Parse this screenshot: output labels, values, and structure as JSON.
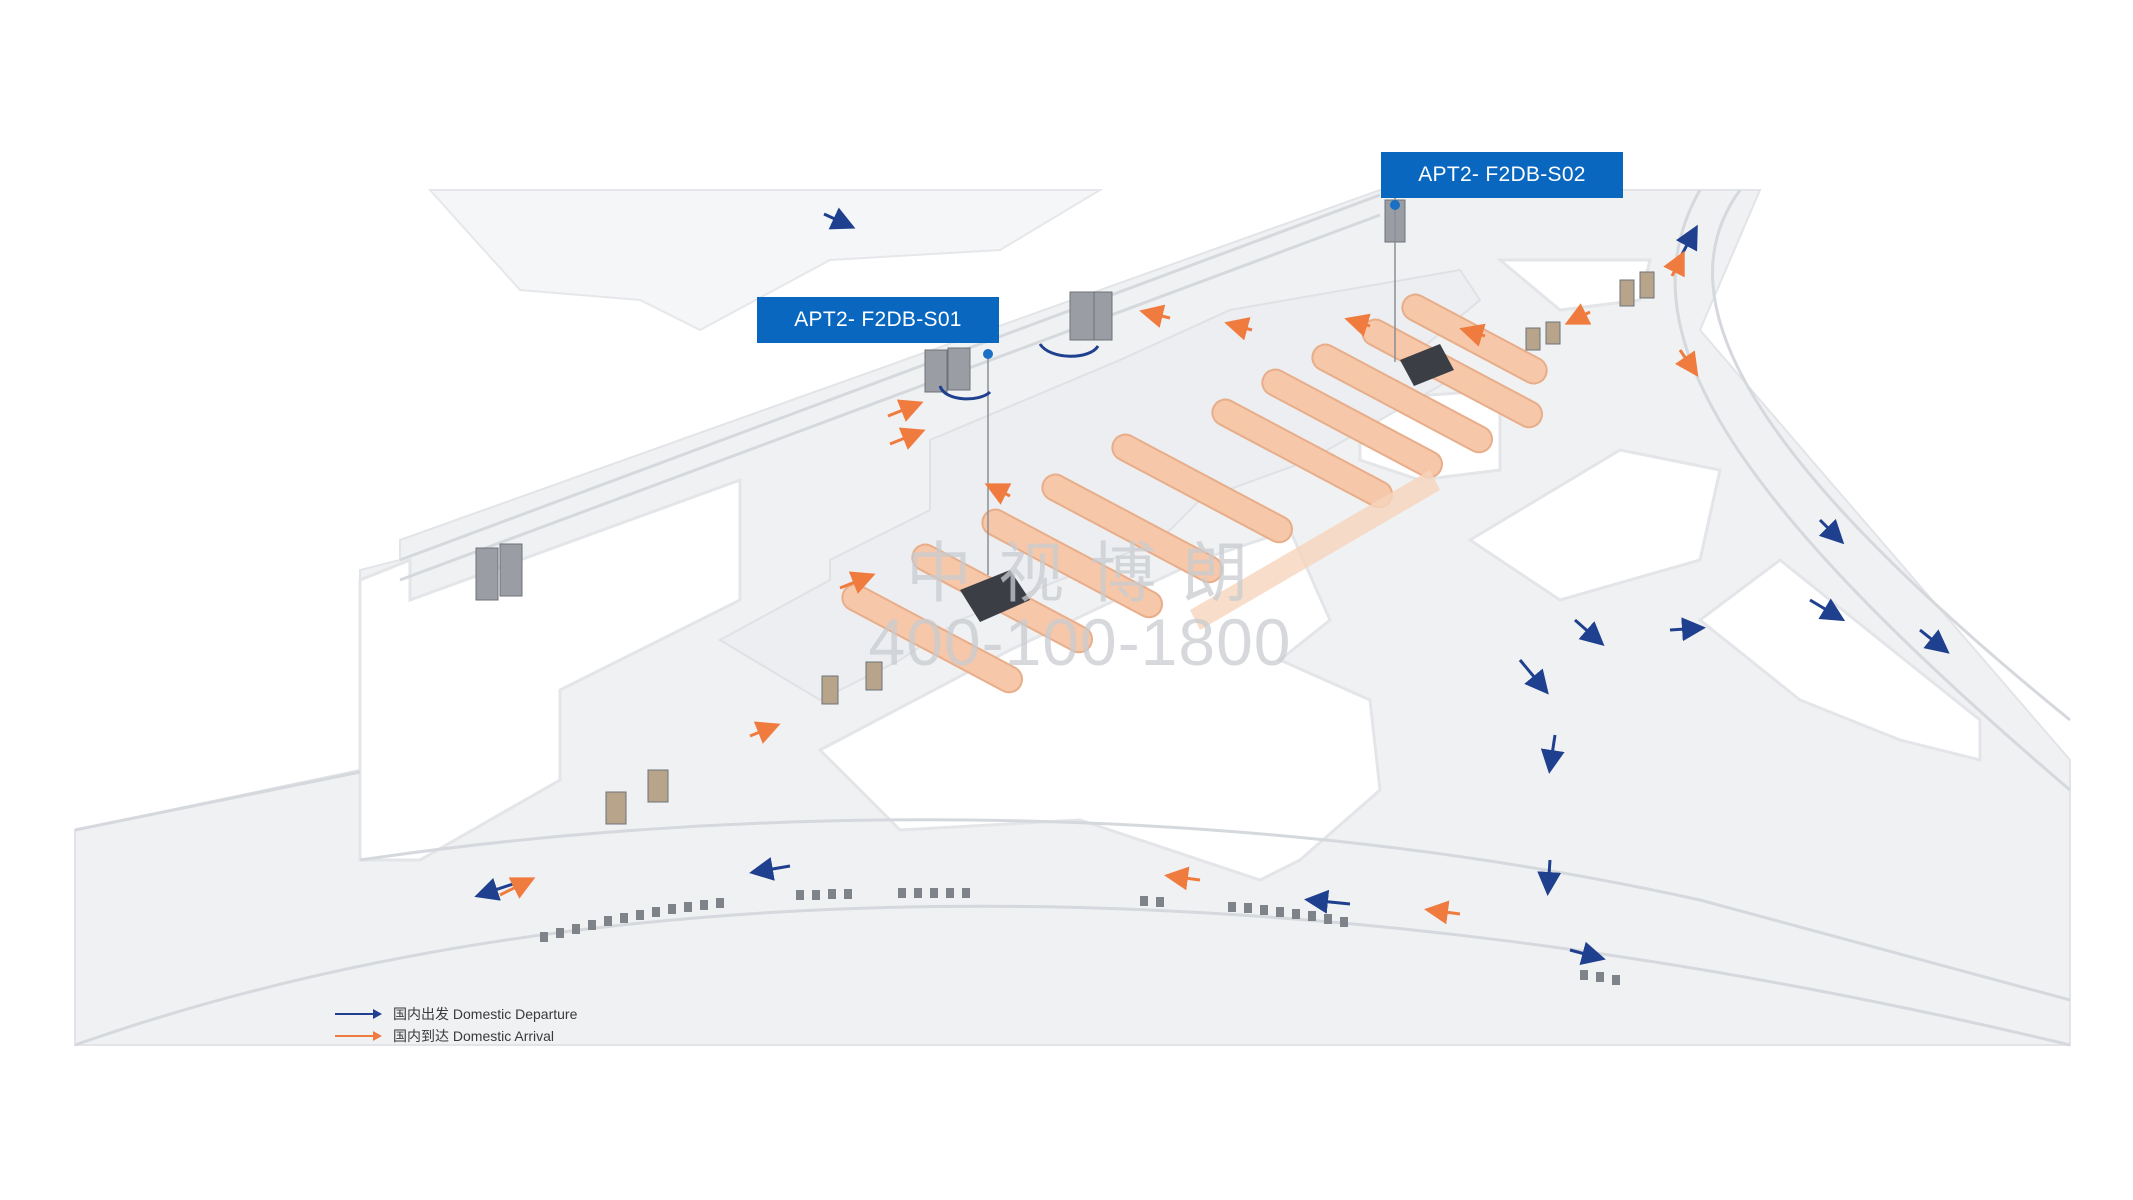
{
  "callouts": [
    {
      "id": "s01",
      "label": "APT2- F2DB-S01"
    },
    {
      "id": "s02",
      "label": "APT2- F2DB-S02"
    }
  ],
  "watermark": {
    "name": "中视博朗",
    "phone": "400-100-1800"
  },
  "legend": {
    "departure": {
      "label": "国内出发 Domestic Departure",
      "color": "#1f3f8f"
    },
    "arrival": {
      "label": "国内到达 Domestic Arrival",
      "color": "#f07b3f"
    }
  },
  "colors": {
    "floor": "#f1f2f4",
    "wall": "#ffffff",
    "carousel": "#f6c7a9",
    "callout": "#0a67bf"
  }
}
